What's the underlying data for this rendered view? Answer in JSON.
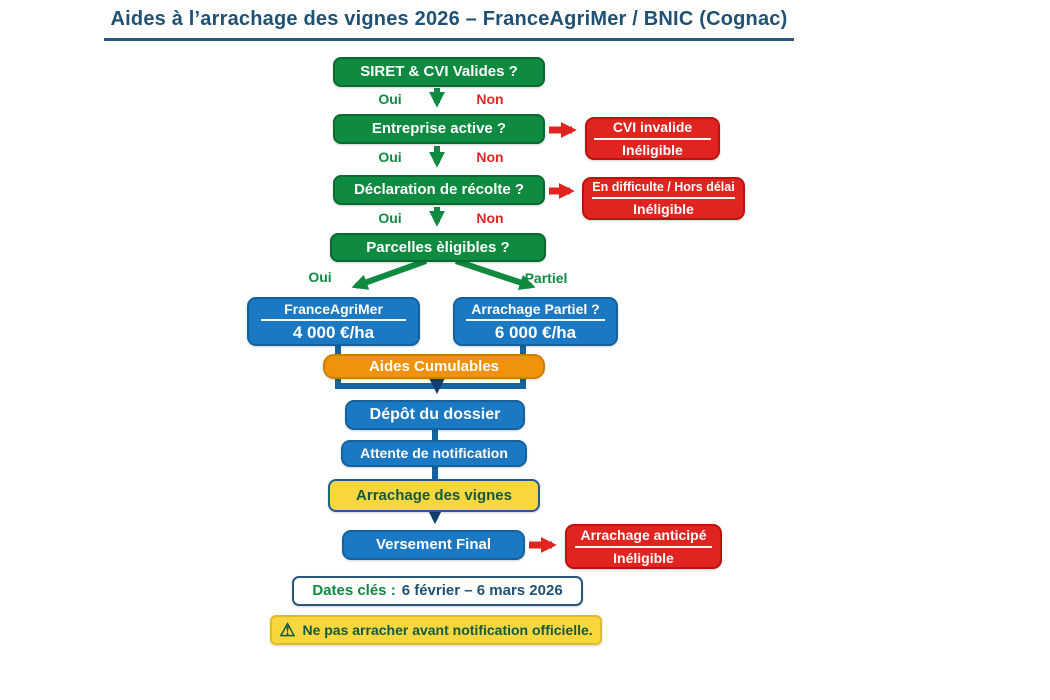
{
  "title": "Aides à l’arrachage des vignes 2026 – FranceAgriMer / BNIC (Cognac)",
  "colors": {
    "title_blue": "#1f5174",
    "node_green": "#0f8a41",
    "node_red": "#e02420",
    "node_blue": "#1b79c4",
    "node_orange": "#f0920b",
    "node_yellow": "#f8d73e",
    "label_oui_green": "#0f8a41",
    "label_non_red": "#d92b25",
    "connector_blue": "#15639f"
  },
  "flow": {
    "q_siret": "SIRET & CVI Valides ?",
    "q_entreprise": "Entreprise active ?",
    "q_declaration": "Déclaration de récolte ?",
    "q_parcelles": "Parcelles èligibles ?",
    "label_oui": "Oui",
    "label_non": "Non",
    "label_partiel": "Partiel",
    "reject_cvi": {
      "line1": "CVI invalide",
      "line2": "Inéligible"
    },
    "reject_delai": {
      "line1": "En difficulte / Hors délai",
      "line2": "Inéligible"
    },
    "reject_anticipe": {
      "line1": "Arrachage anticipé",
      "line2": "Inéligible"
    },
    "fam": {
      "title": "FranceAgriMer",
      "value": "4 000 €/ha"
    },
    "partial": {
      "title": "Arrachage Partiel ?",
      "value": "6 000 €/ha"
    },
    "cumulables": "Aides Cumulables",
    "depot": "Dépôt du dossier",
    "attente": "Attente de notification",
    "arrachage": "Arrachage des vignes",
    "versement": "Versement Final",
    "dates": {
      "label": "Dates clés :",
      "value": "6 février – 6 mars 2026"
    },
    "warning": {
      "icon": "⚠",
      "text": "Ne pas arracher avant notification officielle."
    }
  }
}
